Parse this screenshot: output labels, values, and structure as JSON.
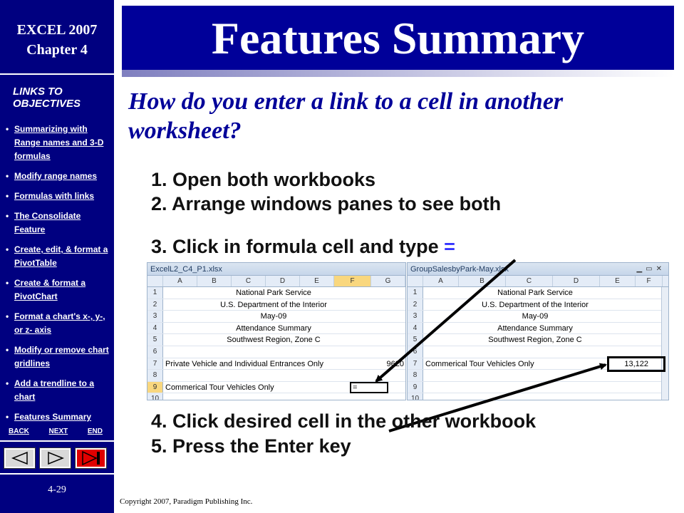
{
  "sidebar": {
    "course": "EXCEL 2007",
    "chapter": "Chapter 4",
    "links_heading": "LINKS TO OBJECTIVES",
    "objectives": [
      "Summarizing with Range names and 3-D formulas",
      "Modify range names",
      "Formulas with links",
      "The Consolidate Feature",
      "Create, edit, & format a PivotTable",
      "Create & format a PivotChart",
      "Format a chart's x-, y-, or z- axis",
      "Modify or remove chart gridlines",
      "Add a trendline to a chart",
      "Features Summary"
    ],
    "nav": {
      "back": "BACK",
      "next": "NEXT",
      "end": "END"
    },
    "slide_number": "4-29"
  },
  "slide": {
    "title": "Features Summary",
    "question": "How do you enter a link to a cell in another worksheet?",
    "step1": "1. Open both workbooks",
    "step2": "2. Arrange windows panes to see both",
    "step3": "3. Click in formula cell and type",
    "step3_symbol": "=",
    "step4": "4. Click desired cell in the other workbook",
    "step5": "5. Press the Enter key",
    "copyright": "Copyright 2007, Paradigm Publishing Inc."
  },
  "workbook_left": {
    "title": "ExcelL2_C4_P1.xlsx",
    "columns": [
      "A",
      "B",
      "C",
      "D",
      "E",
      "F",
      "G"
    ],
    "rows": [
      "1",
      "2",
      "3",
      "4",
      "5",
      "6",
      "7",
      "8",
      "9",
      "10"
    ],
    "lines": {
      "r1": "National Park Service",
      "r2": "U.S. Department of the Interior",
      "r3": "May-09",
      "r4": "Attendance Summary",
      "r5": "Southwest Region, Zone C",
      "r7_label": "Private Vehicle and Individual Entrances Only",
      "r7_value": "9620",
      "r9_label": "Commerical Tour Vehicles Only",
      "r9_value": "="
    }
  },
  "workbook_right": {
    "title": "GroupSalesbyPark-May.xlsx",
    "columns": [
      "A",
      "B",
      "C",
      "D",
      "E",
      "F"
    ],
    "rows": [
      "1",
      "2",
      "3",
      "4",
      "5",
      "6",
      "7",
      "8",
      "9",
      "10"
    ],
    "lines": {
      "r1": "National Park Service",
      "r2": "U.S. Department of the Interior",
      "r3": "May-09",
      "r4": "Attendance Summary",
      "r5": "Southwest Region, Zone C",
      "r7_label": "Commerical Tour Vehicles Only",
      "r7_value": "13,122"
    }
  },
  "colors": {
    "sidebar": "#000080",
    "title_bar": "#000099",
    "question": "#000099",
    "equals": "#3333ff"
  },
  "icons": {
    "back": "left-triangle-icon",
    "next": "right-triangle-icon",
    "end": "end-bar-triangle-icon"
  }
}
